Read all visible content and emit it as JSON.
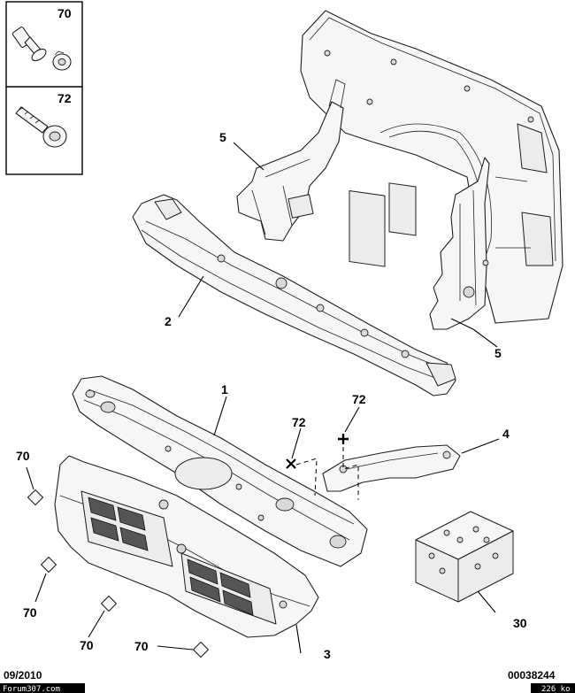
{
  "legend": {
    "items": [
      {
        "ref": "70",
        "icon": "push-rivet-icon"
      },
      {
        "ref": "72",
        "icon": "screw-icon"
      }
    ]
  },
  "callouts": {
    "part_1": "1",
    "part_2": "2",
    "part_3": "3",
    "part_4": "4",
    "part_5_upper": "5",
    "part_5_lower": "5",
    "part_30": "30",
    "fastener_72_a": "72",
    "fastener_72_b": "72",
    "fastener_70_a": "70",
    "fastener_70_b": "70",
    "fastener_70_c": "70",
    "fastener_70_d": "70"
  },
  "footer": {
    "date": "09/2010",
    "doc_number": "00038244",
    "watermark_left": "Forum307.com",
    "watermark_right": "226 ko"
  },
  "colors": {
    "outline": "#1e1e1e",
    "fill": "#f6f6f6",
    "footer_bar": "#000000"
  }
}
